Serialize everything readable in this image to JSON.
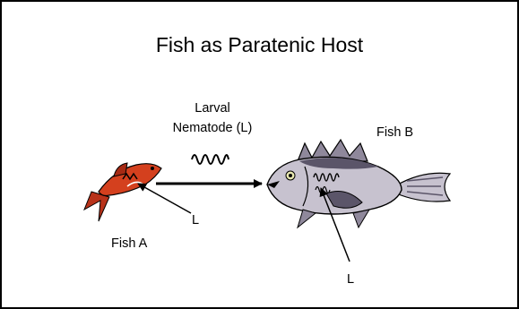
{
  "title": "Fish as Paratenic Host",
  "larval_label_line1": "Larval",
  "larval_label_line2": "Nematode (L)",
  "fish_a_label": "Fish A",
  "fish_b_label": "Fish B",
  "larva_marker_a": "L",
  "larva_marker_b": "L",
  "colors": {
    "fish_a_body": "#d4401e",
    "fish_b_body": "#c7c2cf",
    "fish_b_fin": "#5b5569",
    "arrow": "#000000"
  }
}
